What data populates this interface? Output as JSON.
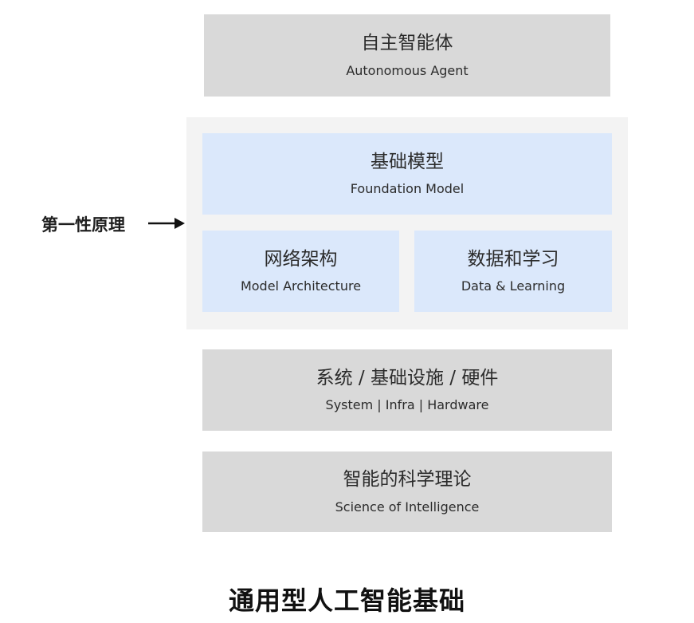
{
  "layers": {
    "autonomous_agent": {
      "zh": "自主智能体",
      "en": "Autonomous Agent"
    },
    "foundation_model": {
      "zh": "基础模型",
      "en": "Foundation Model"
    },
    "model_architecture": {
      "zh": "网络架构",
      "en": "Model Architecture"
    },
    "data_learning": {
      "zh": "数据和学习",
      "en": "Data & Learning"
    },
    "systems": {
      "zh": "系统 / 基础设施 / 硬件",
      "en": "System | Infra | Hardware"
    },
    "science": {
      "zh": "智能的科学理论",
      "en": "Science of Intelligence"
    }
  },
  "pointer": {
    "label": "第一性原理"
  },
  "caption": "通用型人工智能基础",
  "colors": {
    "gray_block": "#d9d9d9",
    "blue_block": "#dbe8fb",
    "group_background": "#f3f3f3"
  }
}
